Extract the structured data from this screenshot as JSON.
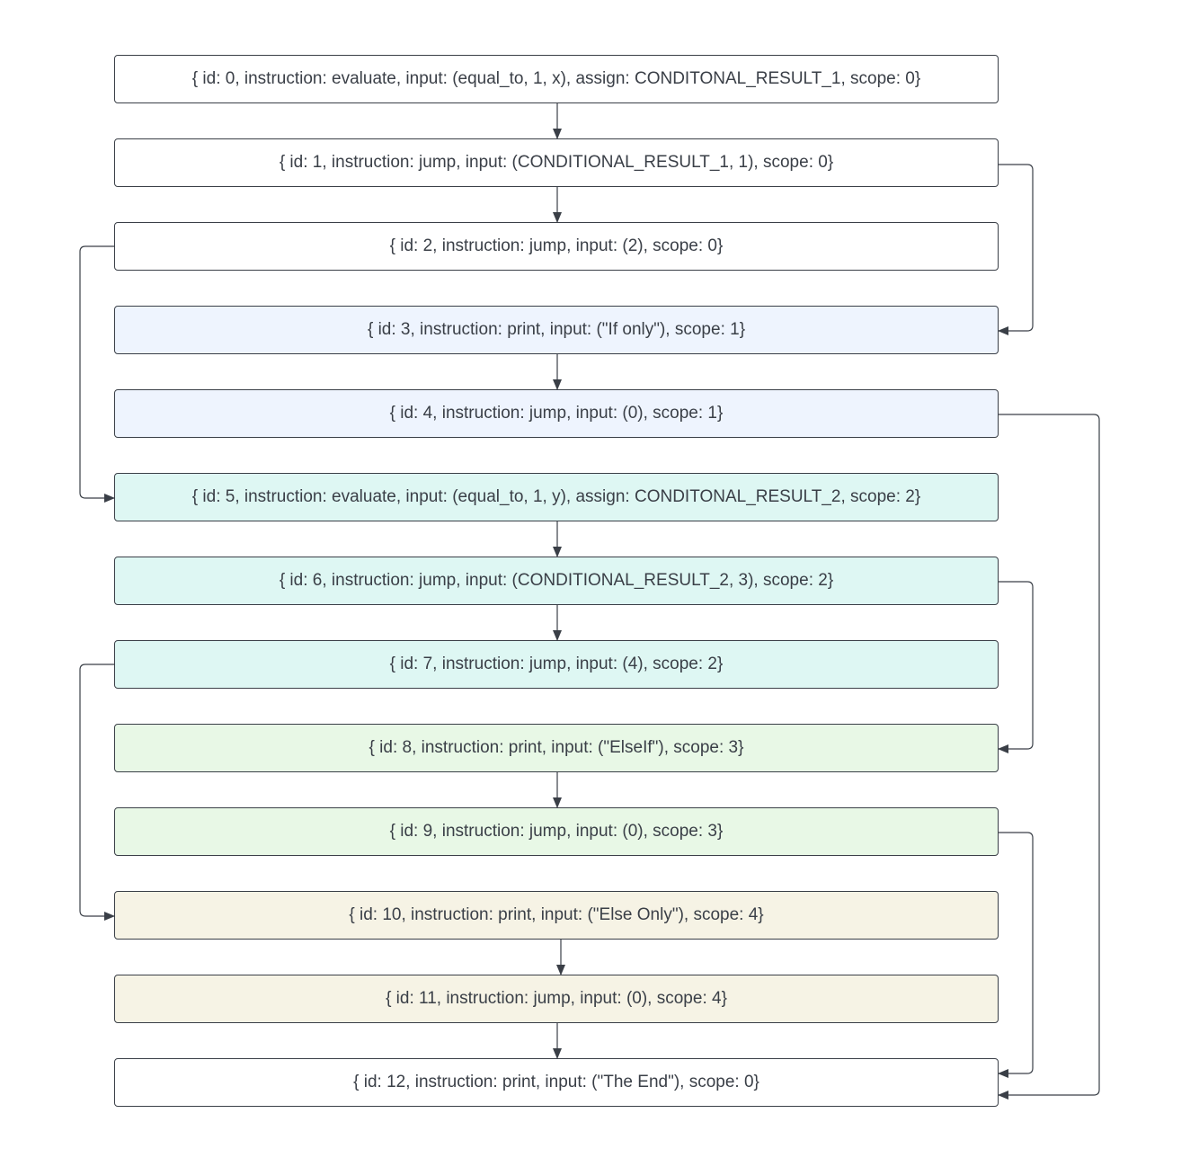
{
  "scope_colors": {
    "0": "#ffffff",
    "1": "#eef4fe",
    "2": "#def7f3",
    "3": "#e8f8e6",
    "4": "#f6f3e5"
  },
  "nodes": [
    {
      "id": 0,
      "scope": 0,
      "label": "{ id: 0, instruction: evaluate, input: (equal_to, 1, x), assign: CONDITONAL_RESULT_1, scope: 0}"
    },
    {
      "id": 1,
      "scope": 0,
      "label": "{ id: 1, instruction: jump, input: (CONDITIONAL_RESULT_1, 1), scope: 0}"
    },
    {
      "id": 2,
      "scope": 0,
      "label": "{ id: 2, instruction: jump, input: (2), scope: 0}"
    },
    {
      "id": 3,
      "scope": 1,
      "label": "{ id: 3, instruction: print, input: (\"If only\"), scope: 1}"
    },
    {
      "id": 4,
      "scope": 1,
      "label": "{ id: 4, instruction: jump, input: (0), scope: 1}"
    },
    {
      "id": 5,
      "scope": 2,
      "label": "{ id: 5, instruction: evaluate, input: (equal_to, 1, y), assign: CONDITONAL_RESULT_2, scope: 2}"
    },
    {
      "id": 6,
      "scope": 2,
      "label": "{ id: 6, instruction: jump, input: (CONDITIONAL_RESULT_2, 3), scope: 2}"
    },
    {
      "id": 7,
      "scope": 2,
      "label": "{ id: 7, instruction: jump, input: (4), scope: 2}"
    },
    {
      "id": 8,
      "scope": 3,
      "label": "{ id: 8, instruction: print, input: (\"ElseIf\"), scope: 3}"
    },
    {
      "id": 9,
      "scope": 3,
      "label": "{ id: 9, instruction: jump, input: (0), scope: 3}"
    },
    {
      "id": 10,
      "scope": 4,
      "label": "{ id: 10, instruction: print, input: (\"Else Only\"), scope: 4}"
    },
    {
      "id": 11,
      "scope": 4,
      "label": "{ id: 11, instruction: jump, input: (0), scope: 4}"
    },
    {
      "id": 12,
      "scope": 0,
      "label": "{ id: 12, instruction: print, input: (\"The End\"), scope: 0}"
    }
  ],
  "edges": [
    {
      "from": 0,
      "to": 1,
      "kind": "next"
    },
    {
      "from": 1,
      "to": 2,
      "kind": "next"
    },
    {
      "from": 3,
      "to": 4,
      "kind": "next"
    },
    {
      "from": 5,
      "to": 6,
      "kind": "next"
    },
    {
      "from": 6,
      "to": 7,
      "kind": "next"
    },
    {
      "from": 8,
      "to": 9,
      "kind": "next"
    },
    {
      "from": 10,
      "to": 11,
      "kind": "next"
    },
    {
      "from": 11,
      "to": 12,
      "kind": "next"
    },
    {
      "from": 1,
      "to": 3,
      "kind": "jump"
    },
    {
      "from": 2,
      "to": 5,
      "kind": "jump"
    },
    {
      "from": 4,
      "to": 12,
      "kind": "jump"
    },
    {
      "from": 6,
      "to": 8,
      "kind": "jump"
    },
    {
      "from": 7,
      "to": 10,
      "kind": "jump"
    },
    {
      "from": 9,
      "to": 12,
      "kind": "jump"
    }
  ]
}
